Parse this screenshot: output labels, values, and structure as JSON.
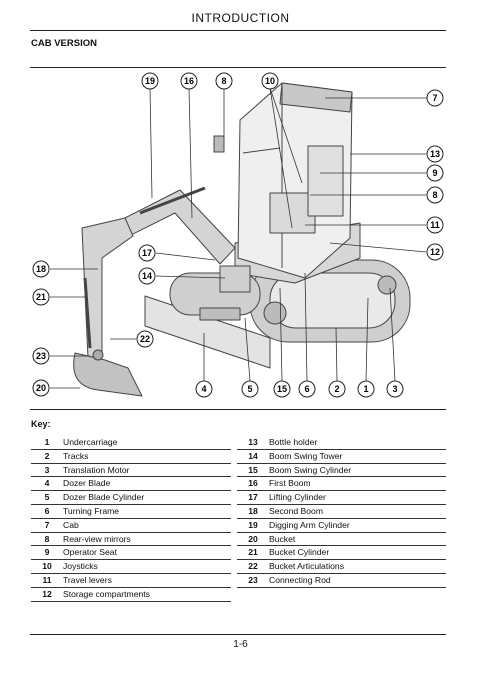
{
  "header": {
    "title": "INTRODUCTION"
  },
  "section": {
    "title": "CAB VERSION"
  },
  "figure": {
    "callouts": [
      "19",
      "16",
      "8",
      "10",
      "7",
      "13",
      "9",
      "8",
      "11",
      "12",
      "17",
      "14",
      "18",
      "21",
      "22",
      "23",
      "20",
      "4",
      "5",
      "15",
      "6",
      "2",
      "1",
      "3"
    ]
  },
  "key": {
    "title": "Key:",
    "left": [
      {
        "num": "1",
        "label": "Undercarriage"
      },
      {
        "num": "2",
        "label": "Tracks"
      },
      {
        "num": "3",
        "label": "Translation Motor"
      },
      {
        "num": "4",
        "label": "Dozer Blade"
      },
      {
        "num": "5",
        "label": "Dozer Blade Cylinder"
      },
      {
        "num": "6",
        "label": "Turning Frame"
      },
      {
        "num": "7",
        "label": "Cab"
      },
      {
        "num": "8",
        "label": "Rear-view mirrors"
      },
      {
        "num": "9",
        "label": "Operator Seat"
      },
      {
        "num": "10",
        "label": "Joysticks"
      },
      {
        "num": "11",
        "label": "Travel levers"
      },
      {
        "num": "12",
        "label": "Storage compartments"
      }
    ],
    "right": [
      {
        "num": "13",
        "label": "Bottle holder"
      },
      {
        "num": "14",
        "label": "Boom Swing Tower"
      },
      {
        "num": "15",
        "label": "Boom Swing Cylinder"
      },
      {
        "num": "16",
        "label": "First Boom"
      },
      {
        "num": "17",
        "label": "Lifting Cylinder"
      },
      {
        "num": "18",
        "label": "Second Boom"
      },
      {
        "num": "19",
        "label": "Digging Arm Cylinder"
      },
      {
        "num": "20",
        "label": "Bucket"
      },
      {
        "num": "21",
        "label": "Bucket Cylinder"
      },
      {
        "num": "22",
        "label": "Bucket Articulations"
      },
      {
        "num": "23",
        "label": "Connecting Rod"
      }
    ]
  },
  "footer": {
    "page": "1-6"
  }
}
